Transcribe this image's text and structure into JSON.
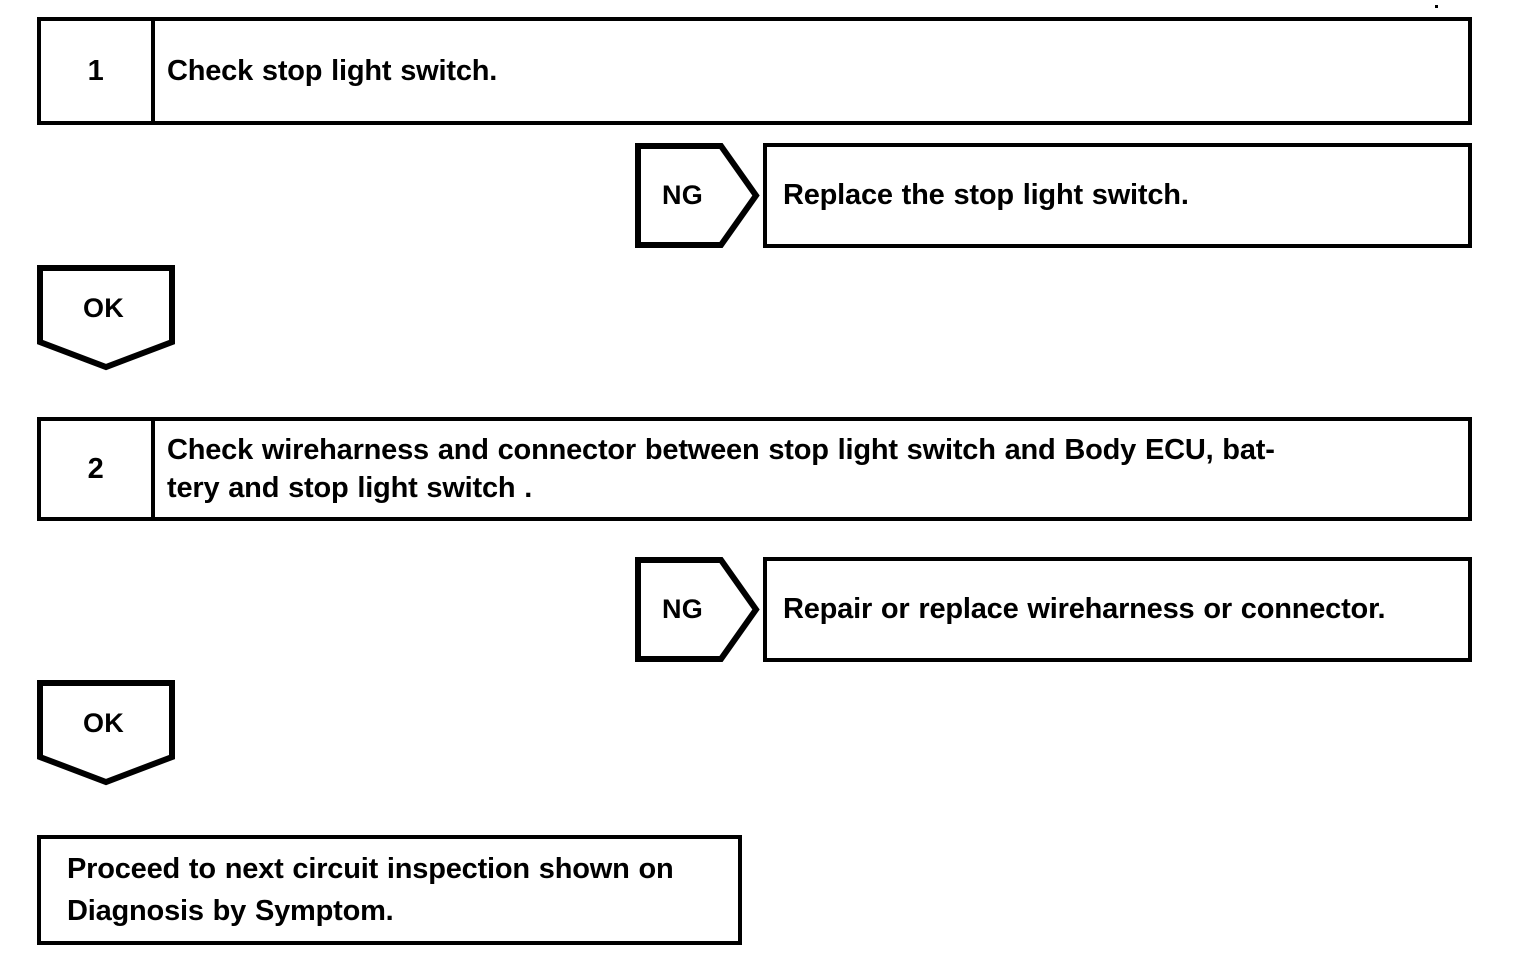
{
  "document": {
    "kind": "troubleshooting-flowchart",
    "title": "Stop light switch circuit inspection"
  },
  "steps": [
    {
      "number": "1",
      "text": "Check stop light switch."
    },
    {
      "number": "2",
      "line1": "Check wireharness and connector between stop light switch and Body ECU, bat-",
      "line2": "tery and stop light switch ."
    }
  ],
  "connectors": {
    "ng_1": "NG",
    "ok_1": "OK",
    "ng_2": "NG",
    "ok_2": "OK"
  },
  "results": [
    {
      "text": "Replace the stop light switch."
    },
    {
      "text": "Repair or replace wireharness or connector."
    }
  ],
  "final": {
    "line1": "Proceed to next circuit inspection shown on",
    "line2": "Diagnosis by Symptom."
  },
  "colors": {
    "ink": "#000000",
    "paper": "#ffffff"
  }
}
